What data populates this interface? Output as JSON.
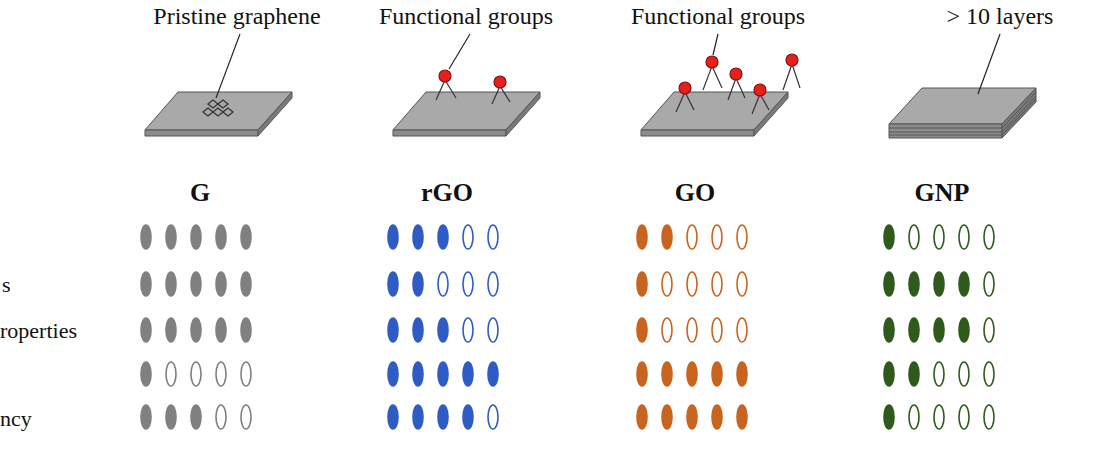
{
  "diagram": {
    "labels": [
      "Pristine graphene",
      "Functional groups",
      "Functional groups",
      "> 10 layers",
      "G",
      "rGO",
      "GO",
      "GNP",
      "s",
      "roperties",
      "ncy"
    ]
  }
}
